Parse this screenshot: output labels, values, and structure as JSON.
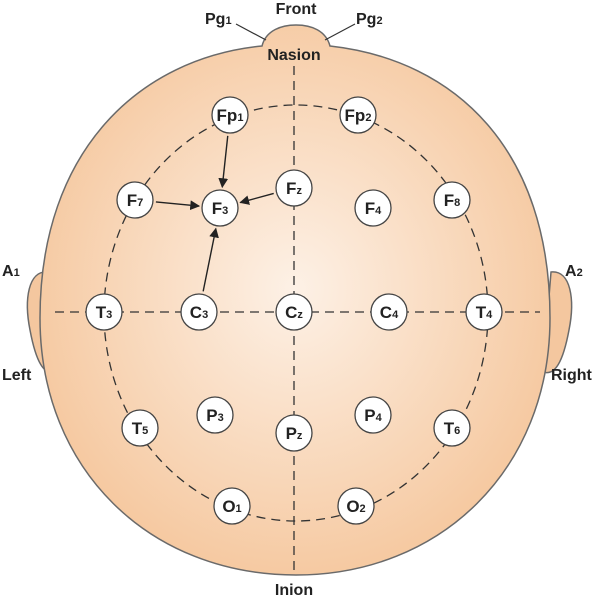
{
  "labels": {
    "front": "Front",
    "nasion": "Nasion",
    "inion": "Inion",
    "left": "Left",
    "right": "Right",
    "pg1": {
      "main": "Pg",
      "sub": "1"
    },
    "pg2": {
      "main": "Pg",
      "sub": "2"
    },
    "a1": {
      "main": "A",
      "sub": "1"
    },
    "a2": {
      "main": "A",
      "sub": "2"
    }
  },
  "electrodes": [
    {
      "id": "fp1",
      "main": "Fp",
      "sub": "1"
    },
    {
      "id": "fp2",
      "main": "Fp",
      "sub": "2"
    },
    {
      "id": "f7",
      "main": "F",
      "sub": "7"
    },
    {
      "id": "f3",
      "main": "F",
      "sub": "3"
    },
    {
      "id": "fz",
      "main": "F",
      "sub": "z"
    },
    {
      "id": "f4",
      "main": "F",
      "sub": "4"
    },
    {
      "id": "f8",
      "main": "F",
      "sub": "8"
    },
    {
      "id": "t3",
      "main": "T",
      "sub": "3"
    },
    {
      "id": "c3",
      "main": "C",
      "sub": "3"
    },
    {
      "id": "cz",
      "main": "C",
      "sub": "z"
    },
    {
      "id": "c4",
      "main": "C",
      "sub": "4"
    },
    {
      "id": "t4",
      "main": "T",
      "sub": "4"
    },
    {
      "id": "t5",
      "main": "T",
      "sub": "5"
    },
    {
      "id": "p3",
      "main": "P",
      "sub": "3"
    },
    {
      "id": "pz",
      "main": "P",
      "sub": "z"
    },
    {
      "id": "p4",
      "main": "P",
      "sub": "4"
    },
    {
      "id": "t6",
      "main": "T",
      "sub": "6"
    },
    {
      "id": "o1",
      "main": "O",
      "sub": "1"
    },
    {
      "id": "o2",
      "main": "O",
      "sub": "2"
    }
  ],
  "arrows": [
    {
      "from": "fp1",
      "to": "f3"
    },
    {
      "from": "f7",
      "to": "f3"
    },
    {
      "from": "fz",
      "to": "f3"
    },
    {
      "from": "c3",
      "to": "f3"
    }
  ],
  "colors": {
    "skin_center": "#fdf1e6",
    "skin_edge": "#f5c59a",
    "outline": "#6a6a6a",
    "electrode_fill": "#ffffff",
    "text": "#222222"
  }
}
